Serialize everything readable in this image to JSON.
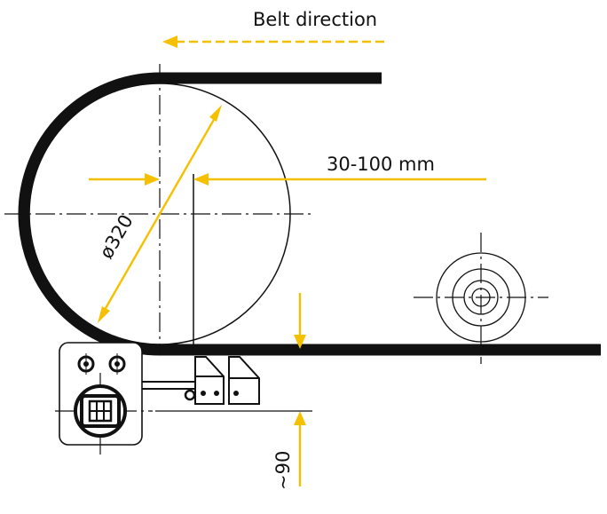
{
  "labels": {
    "belt_direction": "Belt direction",
    "distance": "30-100 mm",
    "diameter": "ø320",
    "height": "~90"
  },
  "colors": {
    "accent": "#f5c000",
    "line": "#111111",
    "background": "#ffffff"
  },
  "icons": {
    "scraper_mount": "bolted-bracket-icon",
    "idler_roller": "roller-icon"
  }
}
